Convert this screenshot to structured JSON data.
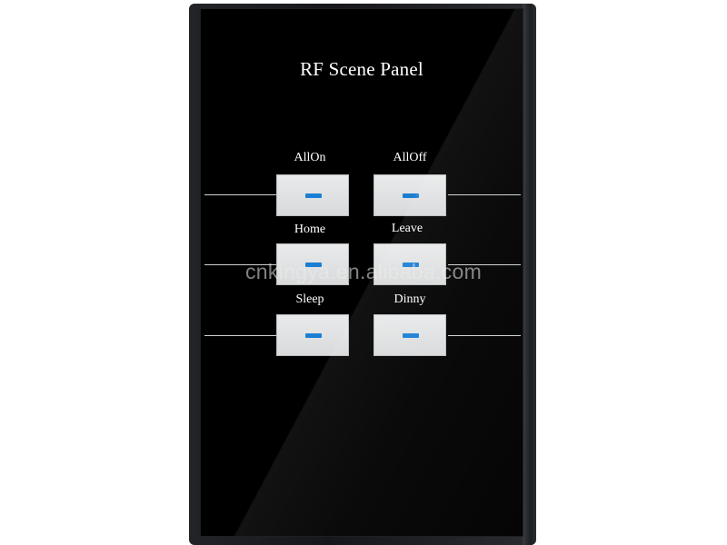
{
  "panel": {
    "title": "RF Scene Panel",
    "led_color": "#1a7fd4",
    "buttons": [
      {
        "label": "AllOn"
      },
      {
        "label": "AllOff"
      },
      {
        "label": "Home"
      },
      {
        "label": "Leave"
      },
      {
        "label": "Sleep"
      },
      {
        "label": "Dinny"
      }
    ]
  },
  "watermark": "cnkingya.en.alibaba.com"
}
